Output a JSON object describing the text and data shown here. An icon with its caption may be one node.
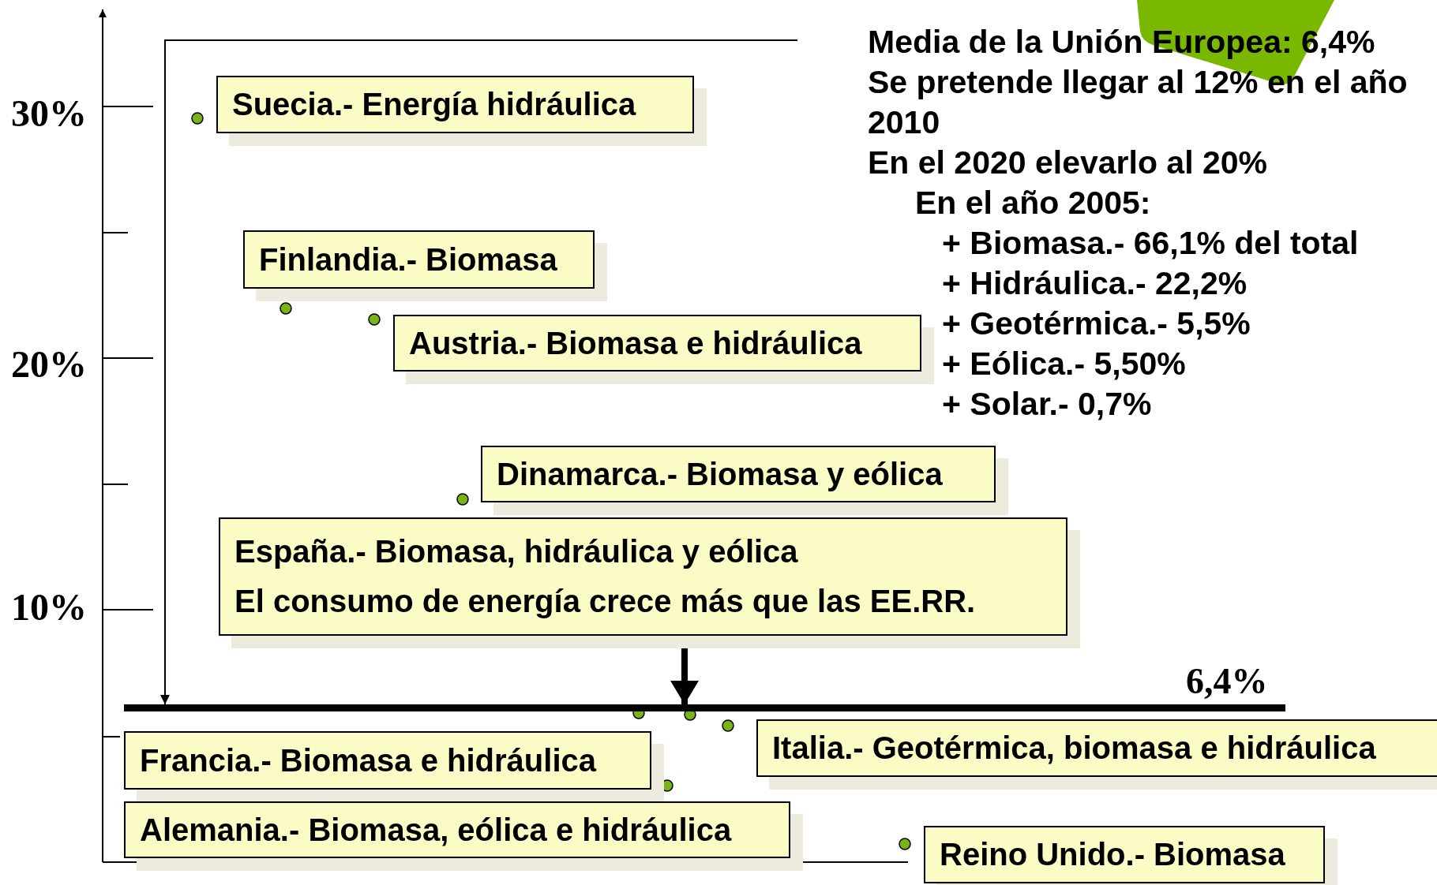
{
  "diagram": {
    "nodes": [
      {
        "text": [
          "Suecia.- Energía hidráulica"
        ]
      },
      {
        "text": [
          "Finlandia.- Biomasa"
        ]
      },
      {
        "text": [
          "Austria.- Biomasa e hidráulica"
        ]
      },
      {
        "text": [
          "Dinamarca.- Biomasa y eólica"
        ]
      },
      {
        "text": [
          "España.- Biomasa, hidráulica y eólica",
          "El consumo de energía crece más que las EE.RR."
        ]
      },
      {
        "text": [],
        "shape": "bar",
        "beside": [
          "6,4%"
        ]
      },
      {
        "text": [
          "Francia.- Biomasa e hidráulica"
        ]
      },
      {
        "text": [
          "Italia.- Geotérmica, biomasa e hidráulica"
        ]
      },
      {
        "text": [
          "Alemania.- Biomasa, eólica e hidráulica"
        ]
      },
      {
        "text": [
          "Reino Unido.- Biomasa"
        ]
      }
    ],
    "edges": [
      {
        "from": 4,
        "to": 5,
        "arrow": "to"
      }
    ],
    "labels": [
      "Media de la Unión Europea: 6,4%",
      "Se pretende llegar al 12% en el año 2010",
      "En el 2020 elevarlo al 20%",
      "En el año 2005:",
      "+ Biomasa.- 66,1% del total",
      "+ Hidráulica.- 22,2%",
      "+ Geotérmica.- 5,5%",
      "+ Eólica.- 5,50%",
      "+ Solar.- 0,7%",
      "30%",
      "20%",
      "10%"
    ]
  }
}
